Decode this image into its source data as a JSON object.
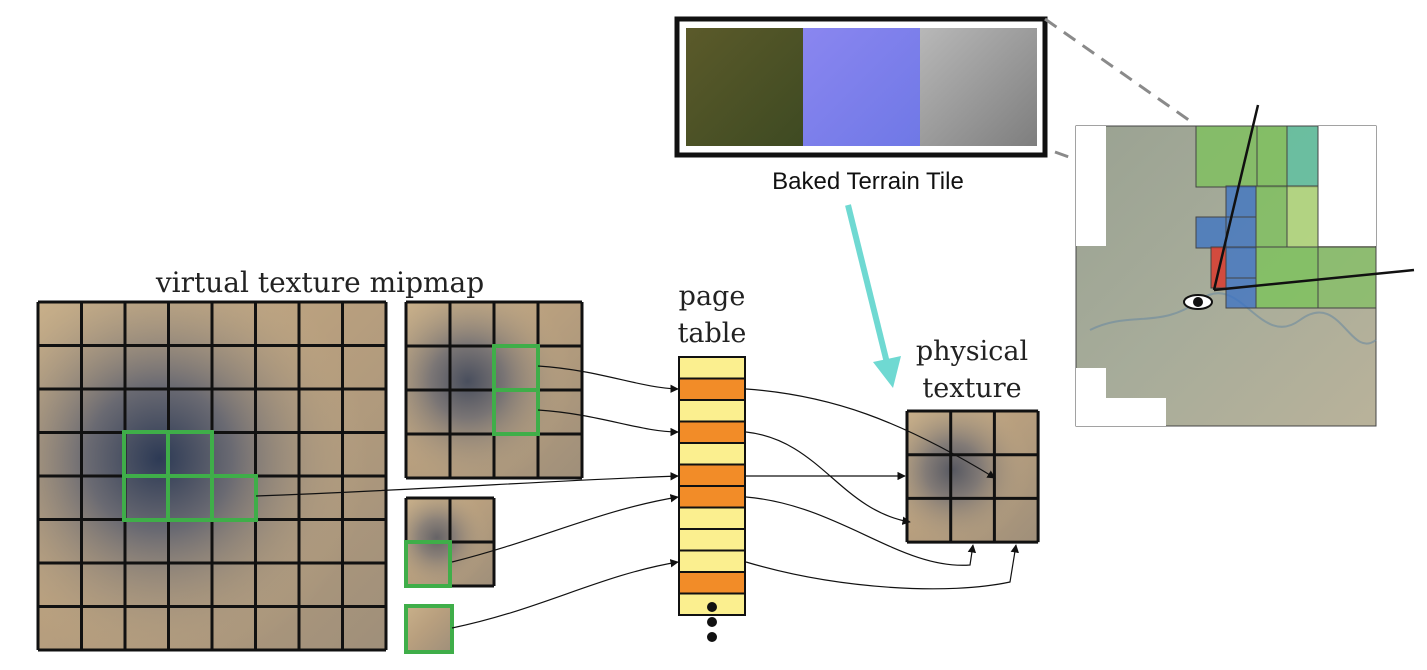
{
  "labels": {
    "baked_tile": "Baked Terrain Tile",
    "mipmap": "virtual texture mipmap",
    "page_table_line1": "page",
    "page_table_line2": "table",
    "physical_line1": "physical",
    "physical_line2": "texture"
  },
  "colors": {
    "grid_line": "#111111",
    "highlight_green": "#3fae49",
    "arrow_teal": "#6fd9d2",
    "page_orange": "#f28c28",
    "page_yellow": "#fbef8f",
    "dashed_gray": "#8a8a8a",
    "tile_green_light": "#b5e07a",
    "tile_green_mid": "#7cc35a",
    "tile_teal": "#52c6a3",
    "tile_blue": "#3a72c6",
    "tile_red": "#d93a2e"
  },
  "page_table": {
    "rows": [
      "yellow",
      "orange",
      "yellow",
      "orange",
      "yellow",
      "orange",
      "orange",
      "yellow",
      "yellow",
      "yellow",
      "orange",
      "yellow"
    ]
  },
  "icons": {
    "camera": "eye-icon",
    "continuation": "vertical-ellipsis-icon"
  }
}
